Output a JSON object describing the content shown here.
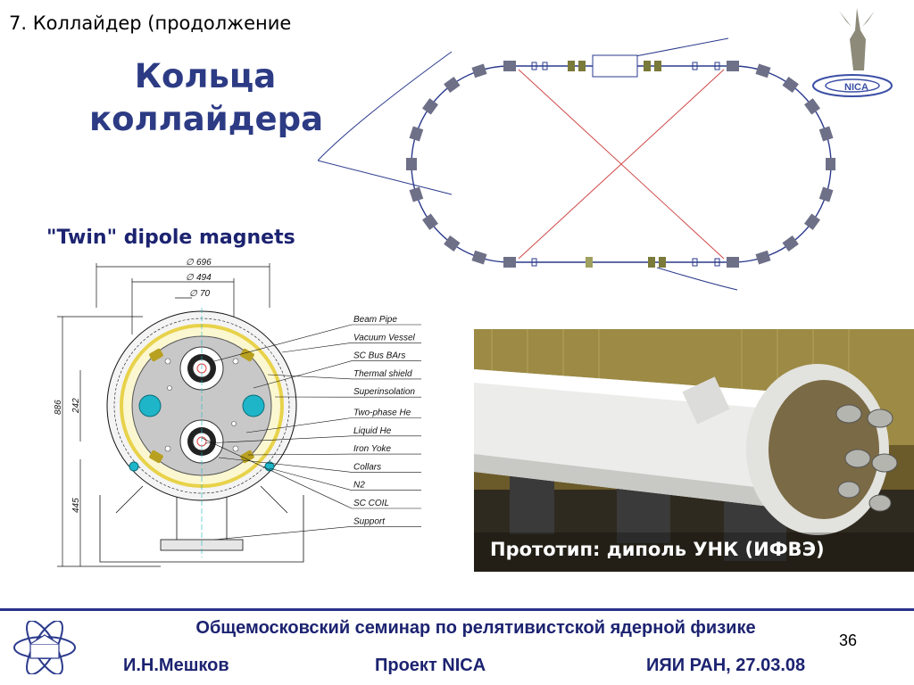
{
  "slide": {
    "header": "7. Коллайдер (продолжение",
    "title_line1": "Кольца",
    "title_line2": "коллайдера",
    "twin_label": "\"Twin\" dipole magnets",
    "page_number": "36"
  },
  "dipole_drawing": {
    "dimensions": {
      "d_outer": "696",
      "d_mid": "494",
      "d_inner": "70",
      "height_total": "886",
      "height_mid": "242",
      "height_lower": "445"
    },
    "labels": [
      "Beam Pipe",
      "Vacuum Vessel",
      "SC Bus BArs",
      "Thermal shield",
      "Superinsolation",
      "Two-phase He",
      "Liquid  He",
      "Iron Yoke",
      "Collars",
      "N2",
      "SC COIL",
      "Support"
    ]
  },
  "photo": {
    "caption": "Прототип: диполь УНК (ИФВЭ)"
  },
  "footer": {
    "seminar": "Общемосковский семинар по релятивистской ядерной физике",
    "author": "И.Н.Мешков",
    "project": "Проект NICA",
    "org_date": "ИЯИ РАН, 27.03.08"
  },
  "logo": {
    "text": "NICA"
  },
  "colors": {
    "title": "#2c3b84",
    "footer_text": "#1c2370",
    "footer_line": "#29328a",
    "ring_line": "#2b3a8c",
    "cross_line": "#d04848",
    "yoke_gray": "#c8c8c8",
    "shield_yellow": "#e8d24a",
    "bus_cyan": "#1fb5c9"
  }
}
